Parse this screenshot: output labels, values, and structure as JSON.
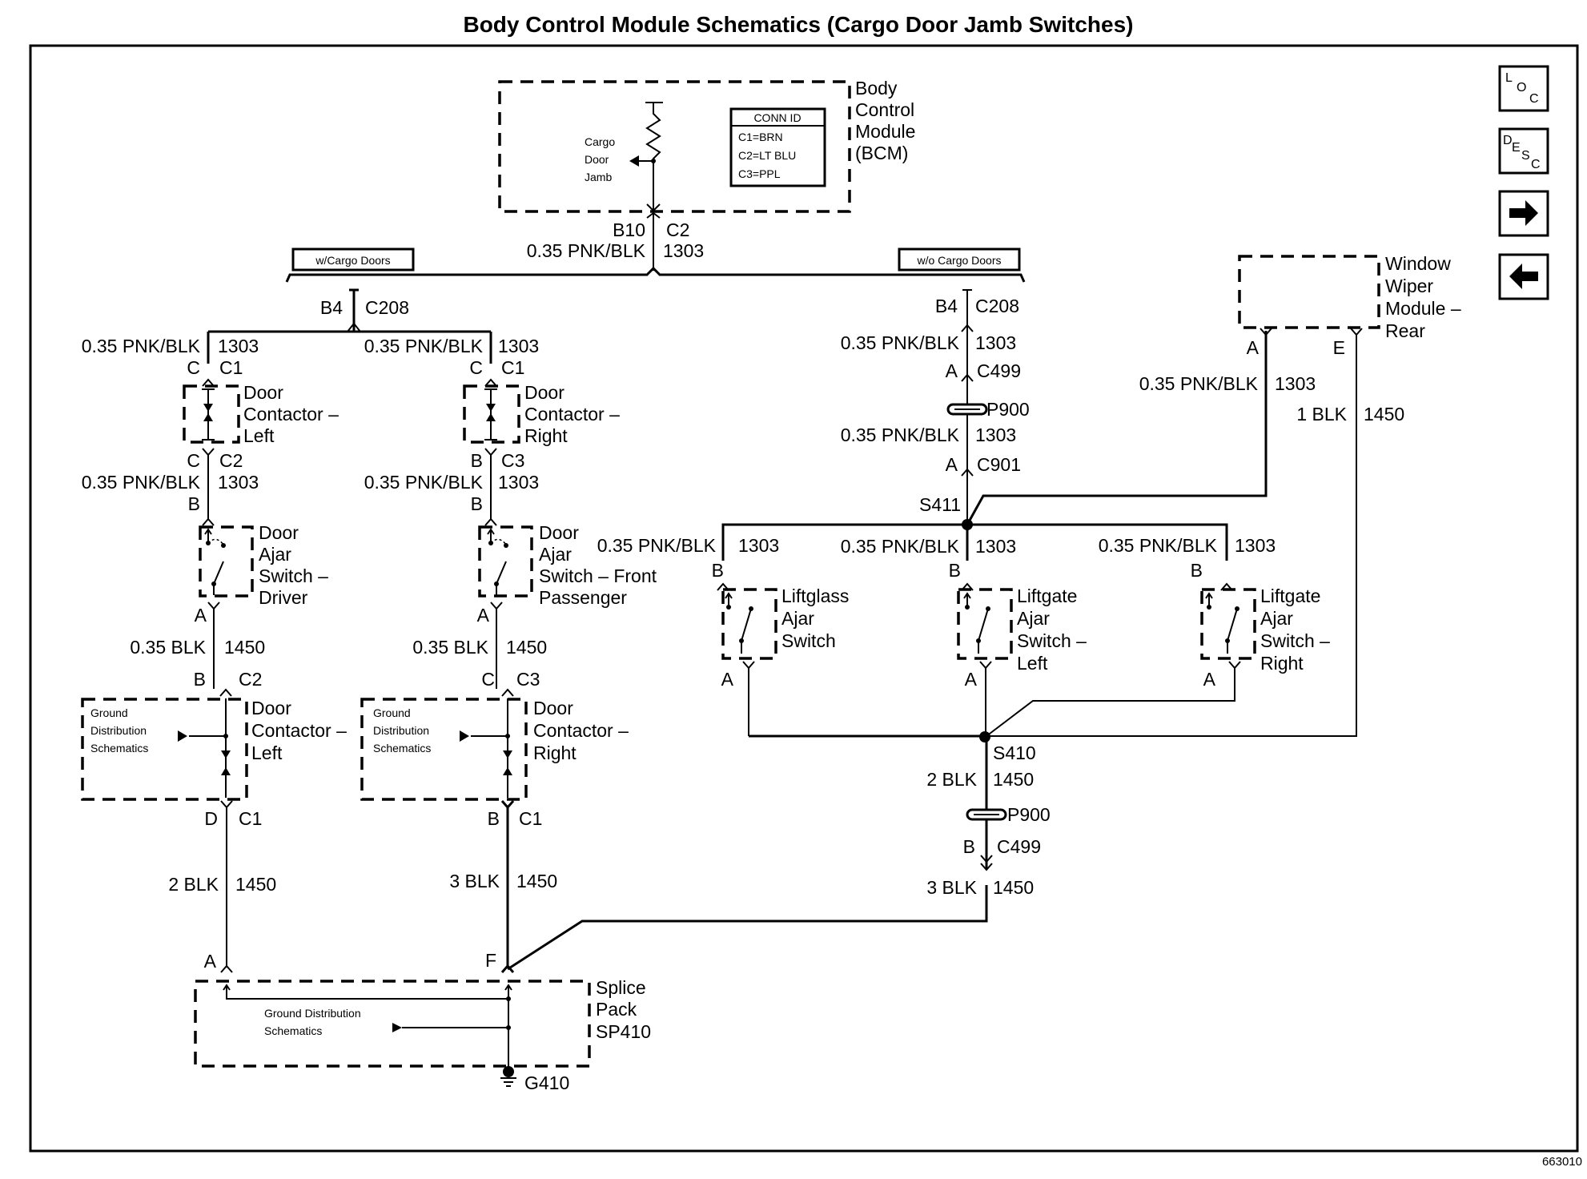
{
  "title": "Body Control Module Schematics (Cargo Door Jamb Switches)",
  "figure_id": "663010",
  "nav_buttons": [
    {
      "label_parts": [
        "L",
        "O",
        "C"
      ],
      "name": "loc"
    },
    {
      "label_parts": [
        "D",
        "E",
        "S",
        "C"
      ],
      "name": "desc"
    },
    {
      "icon": "arrow-right-icon",
      "name": "next"
    },
    {
      "icon": "arrow-left-icon",
      "name": "previous"
    }
  ],
  "bcm": {
    "label_lines": [
      "Body",
      "Control",
      "Module",
      "(BCM)"
    ],
    "input_label_lines": [
      "Cargo",
      "Door",
      "Jamb"
    ],
    "conn_id": {
      "header": "CONN ID",
      "rows": [
        "C1=BRN",
        "C2=LT BLU",
        "C3=PPL"
      ]
    },
    "pin": "B10",
    "connector": "C2",
    "wire": "0.35 PNK/BLK",
    "circuit": "1303"
  },
  "options": {
    "with_cargo": "w/Cargo Doors",
    "without_cargo": "w/o Cargo Doors"
  },
  "left": {
    "c208_pin": "B4",
    "c208": "C208",
    "driver": {
      "wire1": "0.35 PNK/BLK",
      "circuit1": "1303",
      "pin_c1": "C",
      "conn_c1": "C1",
      "contactor_label": [
        "Door",
        "Contactor –",
        "Left"
      ],
      "pin_c2": "C",
      "conn_c2": "C2",
      "wire2": "0.35 PNK/BLK",
      "circuit2": "1303",
      "pin_b": "B",
      "switch_label": [
        "Door",
        "Ajar",
        "Switch –",
        "Driver"
      ],
      "pin_a": "A",
      "wire3": "0.35 BLK",
      "circuit3": "1450",
      "pin_b2": "B",
      "conn_c2b": "C2",
      "gnd_label": [
        "Ground",
        "Distribution",
        "Schematics"
      ],
      "contactor2_label": [
        "Door",
        "Contactor –",
        "Left"
      ],
      "pin_d": "D",
      "conn_c1b": "C1",
      "wire4": "2 BLK",
      "circuit4": "1450",
      "sp_pin": "A"
    },
    "passenger": {
      "wire1": "0.35 PNK/BLK",
      "circuit1": "1303",
      "pin_c1": "C",
      "conn_c1": "C1",
      "contactor_label": [
        "Door",
        "Contactor –",
        "Right"
      ],
      "pin_c3": "B",
      "conn_c3": "C3",
      "wire2": "0.35 PNK/BLK",
      "circuit2": "1303",
      "pin_b": "B",
      "switch_label": [
        "Door",
        "Ajar",
        "Switch – Front",
        "Passenger"
      ],
      "pin_a": "A",
      "wire3": "0.35 BLK",
      "circuit3": "1450",
      "pin_c": "C",
      "conn_c3b": "C3",
      "gnd_label": [
        "Ground",
        "Distribution",
        "Schematics"
      ],
      "contactor2_label": [
        "Door",
        "Contactor –",
        "Right"
      ],
      "pin_b2": "B",
      "conn_c1b": "C1",
      "wire4": "3 BLK",
      "circuit4": "1450",
      "sp_pin": "F"
    },
    "splice_pack": {
      "label": [
        "Splice",
        "Pack",
        "SP410"
      ],
      "gnd_label": [
        "Ground Distribution",
        "Schematics"
      ],
      "ground": "G410"
    }
  },
  "right": {
    "c208_pin": "B4",
    "c208": "C208",
    "wire1": "0.35 PNK/BLK",
    "circuit1": "1303",
    "c499_pin": "A",
    "c499": "C499",
    "p900": "P900",
    "wire2": "0.35 PNK/BLK",
    "circuit2": "1303",
    "c901_pin": "A",
    "c901": "C901",
    "s411": "S411",
    "wiper": {
      "label": [
        "Window",
        "Wiper",
        "Module –",
        "Rear"
      ],
      "pin_a": "A",
      "pin_e": "E",
      "wire_a": "0.35 PNK/BLK",
      "circuit_a": "1303",
      "wire_e": "1 BLK",
      "circuit_e": "1450"
    },
    "switches": [
      {
        "wire": "0.35 PNK/BLK",
        "circuit": "1303",
        "pin_b": "B",
        "pin_a": "A",
        "label": [
          "Liftglass",
          "Ajar",
          "Switch"
        ]
      },
      {
        "wire": "0.35 PNK/BLK",
        "circuit": "1303",
        "pin_b": "B",
        "pin_a": "A",
        "label": [
          "Liftgate",
          "Ajar",
          "Switch –",
          "Left"
        ]
      },
      {
        "wire": "0.35 PNK/BLK",
        "circuit": "1303",
        "pin_b": "B",
        "pin_a": "A",
        "label": [
          "Liftgate",
          "Ajar",
          "Switch –",
          "Right"
        ]
      }
    ],
    "s410": "S410",
    "wire3": "2 BLK",
    "circuit3": "1450",
    "p900b": "P900",
    "c499b_pin": "B",
    "c499b": "C499",
    "wire4": "3 BLK",
    "circuit4": "1450"
  }
}
